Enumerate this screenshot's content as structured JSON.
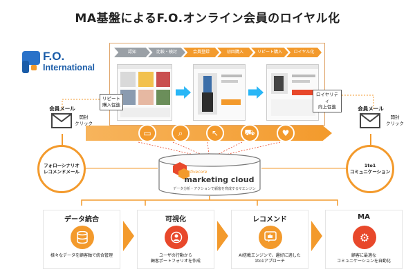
{
  "title": "MA基盤によるF.O.オンライン会員のロイヤル化",
  "logo": {
    "name": "F.O.",
    "sub": "International"
  },
  "steps": [
    "認知",
    "比較・検討",
    "会員登録",
    "初回購入",
    "リピート購入",
    "ロイヤル化"
  ],
  "callouts": {
    "repeat": [
      "リピート",
      "購入促進"
    ],
    "loyalty": [
      "ロイヤリティ",
      "向上促進"
    ]
  },
  "mail": {
    "left_label": "会員メール",
    "right_label": "会員メール",
    "left_click": [
      "開封",
      "クリック"
    ],
    "right_click": [
      "開封",
      "クリック"
    ]
  },
  "circles": {
    "left": [
      "フォローシナリオ",
      "レコメンドメール"
    ],
    "right": [
      "1to1",
      "コミュニケーション"
    ]
  },
  "platform": {
    "brand_small": "activecore",
    "brand": "marketing cloud",
    "tagline": "データ分析・アクションで顧客を育成するマエンジン"
  },
  "cards": [
    {
      "title": "データ統合",
      "desc": [
        "様々なデータを顧客軸で統合管理"
      ],
      "icon": "database-icon",
      "color": "#f39a2c"
    },
    {
      "title": "可視化",
      "desc": [
        "ユーザの行動から",
        "顧客ポートフォリオを作成"
      ],
      "icon": "user-chart-icon",
      "color": "#e8482b"
    },
    {
      "title": "レコメンド",
      "desc": [
        "AI搭載エンジンで、趣好に適した",
        "1to1アプローチ"
      ],
      "icon": "like-icon",
      "color": "#f39a2c"
    },
    {
      "title": "MA",
      "desc": [
        "顧客に最適な",
        "コミュニケーションを自動化"
      ],
      "icon": "gear-icon",
      "color": "#e8482b"
    }
  ],
  "colors": {
    "accent": "#f39a2c",
    "accent_dark": "#e8482b",
    "arrow_blue": "#29b6f6"
  }
}
